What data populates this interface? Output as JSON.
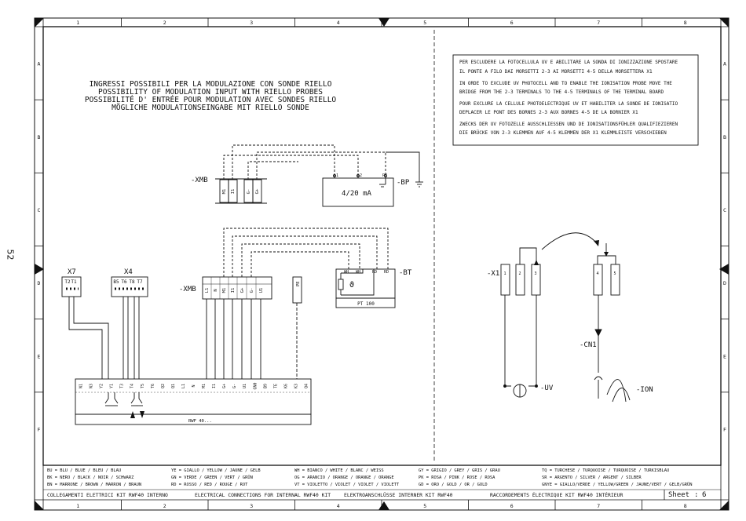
{
  "page_number": "52",
  "grid": {
    "columns": [
      "1",
      "2",
      "3",
      "4",
      "5",
      "6",
      "7",
      "8"
    ],
    "rows": [
      "A",
      "B",
      "C",
      "D",
      "E",
      "F"
    ]
  },
  "left_panel": {
    "title_lines": [
      "INGRESSI POSSIBILI PER LA MODULAZIONE CON SONDE RIELLO",
      "POSSIBILITY OF  MODULATION INPUT WITH RIELLO PROBES",
      "POSSIBILITÉ D' ENTRÉE POUR MODULATION AVEC SONDES RIELLO",
      "MÖGLICHE MODULATIONSEINGABE MIT RIELLO SONDE"
    ],
    "xmb_top_label": "-XMB",
    "xmb_top_terminals": [
      "M1",
      "I1",
      "G-",
      "G+"
    ],
    "bp_label": "-BP",
    "bp_text": "4/20 mA",
    "bp_pins": [
      "1",
      "2",
      "PE"
    ],
    "x7_label": "X7",
    "x7_terminals": [
      "T2",
      "T1"
    ],
    "x4_label": "X4",
    "x4_terminals": [
      "B5",
      "T6",
      "T8",
      "T7"
    ],
    "xmb_mid_label": "-XMB",
    "xmb_mid_terminals": [
      "L1",
      "N",
      "M1",
      "I1",
      "G+",
      "G-",
      "U1"
    ],
    "pe_terminal": "PE",
    "bt_label": "-BT",
    "bt_pins": [
      "WH",
      "WH",
      "RD",
      "RD"
    ],
    "bt_text": "PT 100",
    "bt_symbol": "ϑ",
    "rwf_label": "RWF 40...",
    "rwf_terminals": [
      "N1",
      "N3",
      "Y2",
      "Y1",
      "T3",
      "T4",
      "T5",
      "T6",
      "Q2",
      "Q1",
      "L1",
      "N",
      "M1",
      "I1",
      "G+",
      "G-",
      "U1",
      "GN0",
      "B9",
      "TE",
      "K6",
      "K3",
      "Q4"
    ]
  },
  "right_panel": {
    "note_lines": [
      "PER ESCLUDERE LA FOTOCELLULA UV E ABILITARE LA SONDA DI IONIZZAZIONE SPOSTARE",
      "IL PONTE A FILO DAI MORSETTI 2-3 AI MORSETTI 4-5 DELLA MORSETTERA X1",
      "IN ORDE TO EXCLUDE UV PHOTOCELL AND TO ENABLE THE IONISATION PROBE MOVE THE",
      "BRIDGE FROM THE 2-3 TERMINALS TO THE 4-5 TERMINALS OF THE TERMINAL BOARD",
      "POUR EXCLURE LA CELLULE PHOTOELECTRIQUE UV ET HABILITER LA SONDE DE IONISATIO",
      "DEPLACER LE PONT DES BORNES 2-3 AUX BORNES 4-5 DE LA BORNIER X1",
      "ZWECKS DER UV FOTOZELLE AUSSCHLIESSEN UND DE IONISATIONSFÜHLER QUALIFIEZIEREN",
      "DIE BRÜCKE VON 2-3 KLEMMEN AUF 4-5 KLEMMEN DER X1 KLEMMLEISTE VERSCHIEBEN"
    ],
    "x1_label": "-X1",
    "x1_terminals": [
      "1",
      "2",
      "3",
      "4",
      "5"
    ],
    "cn1_label": "-CN1",
    "uv_label": "-UV",
    "ion_label": "-ION"
  },
  "legend": [
    [
      "BU = BLU / BLUE / BLEU / BLAU",
      "YE = GIALLO / YELLOW / JAUNE / GELB",
      "WH = BIANCO / WHITE / BLANC / WEISS",
      "GY = GRIGIO / GREY / GRIS / GRAU",
      "TQ = TURCHESE / TURQUOISE / TURQUOISE / TURKISBLAU"
    ],
    [
      "BK = NERO / BLACK / NOIR / SCHWARZ",
      "GN = VERDE / GREEN / VERT / GRÜN",
      "OG = ARANCIO / ORANGE / ORANGE / ORANGE",
      "PK = ROSA / PINK / ROSE / ROSA",
      "SR = ARGENTO / SILVER / ARGENT / SILBER"
    ],
    [
      "BN = MARRONE / BROWN / MARRON / BRAUN",
      "RD = ROSSO / RED / ROUGE / ROT",
      "VT = VIOLETTO / VIOLET / VIOLET / VIOLETT",
      "GD = ORO / GOLD / OR / GOLD",
      "GNYE = GIALLO/VERDE / YELLOW/GREEN / JAUNE/VERT / GELB/GRÜN"
    ]
  ],
  "footer": {
    "it": "COLLEGAMENTI ELETTRICI KIT RWF40 INTERNO",
    "en": "ELECTRICAL CONNECTIONS FOR INTERNAL RWF40 KIT",
    "de": "ELEKTROANSCHLÜSSE INTERNER  KIT RWF40",
    "fr": "RACCORDEMENTS  ÉLECTRIQUE KIT RWF40 INTÉRIEUR",
    "sheet_label": "Sheet",
    "sheet_sep": ":",
    "sheet_number": "6"
  }
}
